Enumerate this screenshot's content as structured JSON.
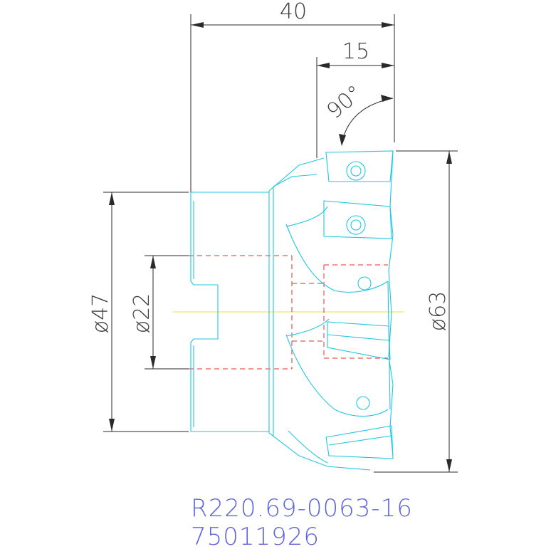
{
  "dimensions": {
    "overall_length": "40",
    "insert_length": "15",
    "angle": "90°",
    "shank_diameter": "ø47",
    "bore_diameter": "ø22",
    "cutting_diameter": "ø63"
  },
  "title_block": {
    "product_code": "R220.69-0063-16",
    "item_number": "75011926"
  },
  "colors": {
    "background": "#ffffff",
    "dimension_lines": "#2a2a2a",
    "tool_outline": "#21c6e0",
    "hidden_lines": "#e82c2c",
    "centerline": "#e8e33a",
    "label_text": "#5e66d8"
  }
}
